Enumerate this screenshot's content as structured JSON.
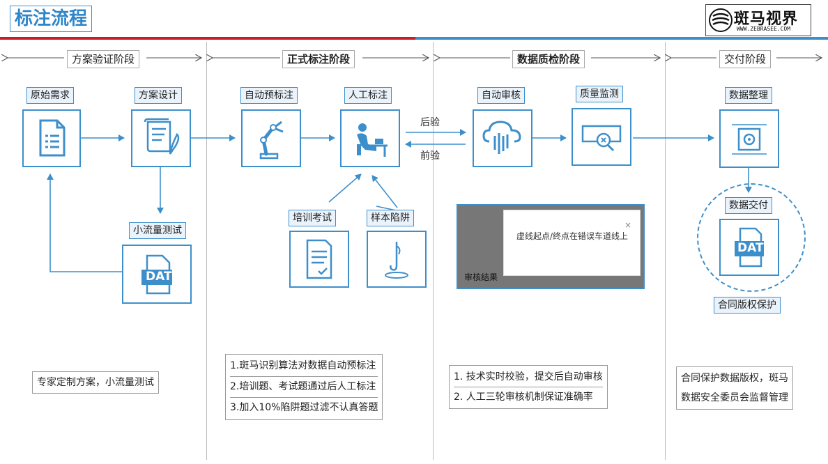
{
  "header": {
    "title": "标注流程"
  },
  "logo": {
    "main": "斑马视界",
    "sub": "WWW.ZEBRASEE.COM"
  },
  "stages": {
    "s1": "方案验证阶段",
    "s2": "正式标注阶段",
    "s3": "数据质检阶段",
    "s4": "交付阶段"
  },
  "nodes": {
    "yuanshi": "原始需求",
    "fangan": "方案设计",
    "xiaoliu": "小流量测试",
    "zidong_yubiao": "自动预标注",
    "rengong": "人工标注",
    "peixun": "培训考试",
    "yangben": "样本陷阱",
    "zidong_shenhe": "自动审核",
    "zhiliang": "质量监测",
    "shuju_zhengli": "数据整理",
    "shuju_jiaofu": "数据交付",
    "hetong": "合同版权保护"
  },
  "arrows": {
    "houyan": "后验",
    "qianyan": "前验"
  },
  "icons": {
    "dat1": "DAT",
    "dat2": "DAT"
  },
  "popup": {
    "message": "虚线起点/终点在错误车道线上",
    "close": "×",
    "footer": "审核结果"
  },
  "notes": {
    "n1": "专家定制方案，小流量测试",
    "n2": [
      "1.斑马识别算法对数据自动预标注",
      "2.培训题、考试题通过后人工标注",
      "3.加入10%陷阱题过滤不认真答题"
    ],
    "n3": [
      "1. 技术实时校验，提交后自动审核",
      "2. 人工三轮审核机制保证准确率"
    ],
    "n4": [
      "合同保护数据版权，斑马",
      "数据安全委员会监督管理"
    ]
  },
  "colors": {
    "accent": "#3d8fcb",
    "red": "#c61f25",
    "label_bg": "#eaf3fb"
  }
}
